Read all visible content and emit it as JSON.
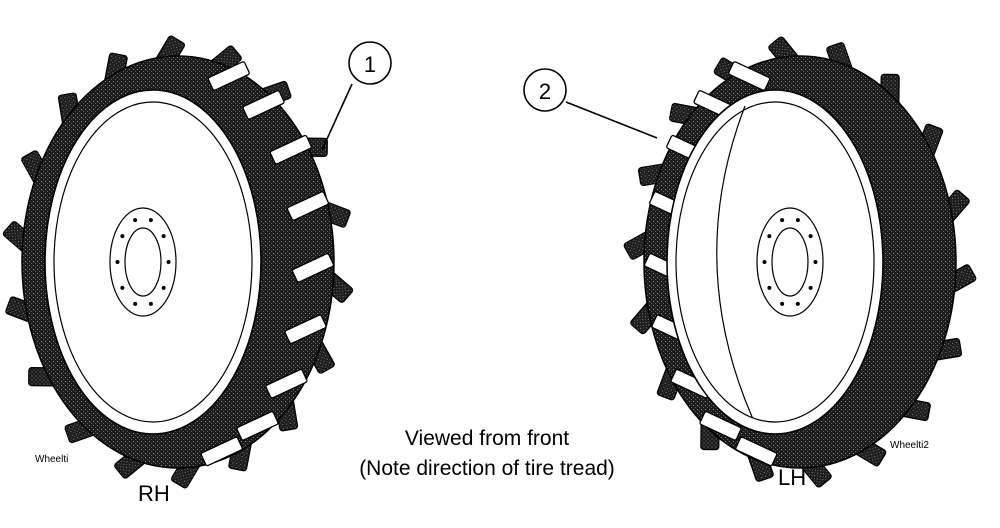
{
  "callouts": {
    "right_wheel_number": "1",
    "left_wheel_number": "2"
  },
  "labels": {
    "right_side": "RH",
    "left_side": "LH",
    "right_figure_id": "Wheelti",
    "left_figure_id": "Wheelti2",
    "note_line1": "Viewed from front",
    "note_line2": "(Note direction of tire tread)"
  }
}
